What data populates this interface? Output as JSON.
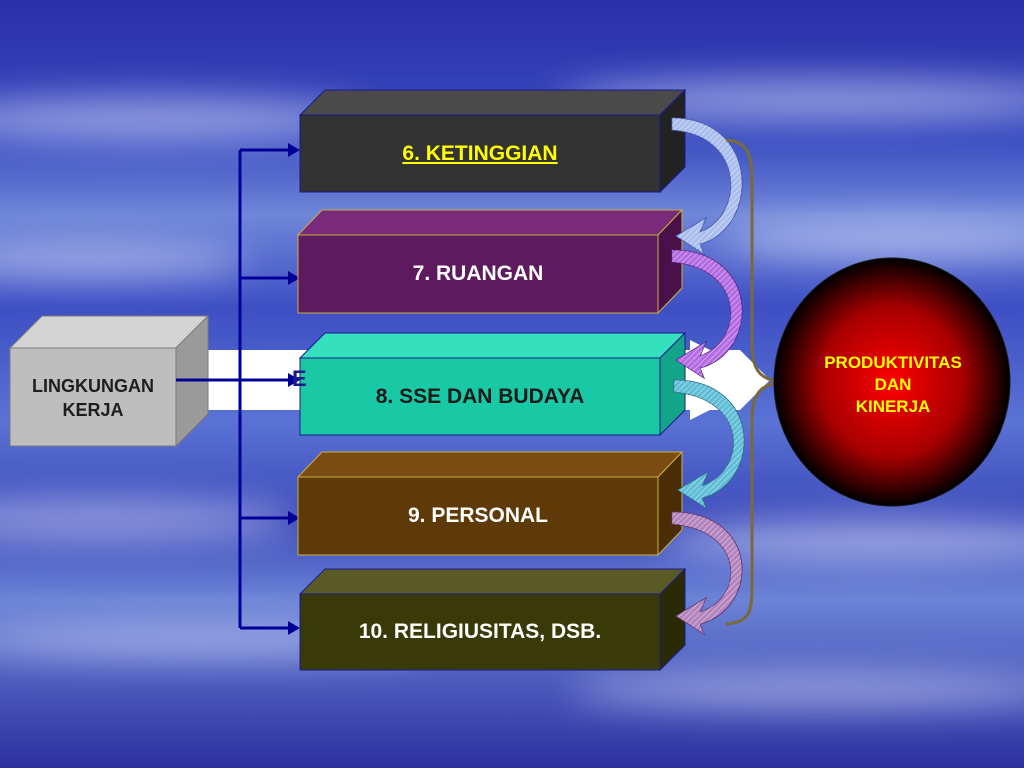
{
  "left_box": {
    "line1": "LINGKUNGAN",
    "line2": "KERJA"
  },
  "partial_text": "E",
  "boxes": [
    {
      "label": "6. KETINGGIAN",
      "front": "#333333",
      "top": "#4a4a4a",
      "side": "#222222",
      "text_color": "#ffff00",
      "underline": true
    },
    {
      "label": "7. RUANGAN",
      "front": "#5e1a5e",
      "top": "#7a2a7a",
      "side": "#4a104a",
      "text_color": "#ffffff",
      "underline": false
    },
    {
      "label": "8. SSE DAN BUDAYA",
      "front": "#19c9a6",
      "top": "#35e0bf",
      "side": "#12a589",
      "text_color": "#1a1a1a",
      "underline": false
    },
    {
      "label": "9. PERSONAL",
      "front": "#5e3a08",
      "top": "#7a4c12",
      "side": "#4a2d05",
      "text_color": "#ffffff",
      "underline": false
    },
    {
      "label": "10. RELIGIUSITAS, DSB.",
      "front": "#3a3a08",
      "top": "#5a5a25",
      "side": "#2a2a05",
      "text_color": "#ffffff",
      "underline": false
    }
  ],
  "result": {
    "line1": "PRODUKTIVITAS",
    "line2": "DAN",
    "line3": "KINERJA"
  },
  "colors": {
    "connector": "#000099",
    "brace": "#7a6a3a",
    "circle_center": "#ff0000",
    "circle_edge": "#000000",
    "text_yellow": "#ffff00",
    "arrow_colors": [
      "#8ea8e8",
      "#9a3ad8",
      "#2aa8c8",
      "#9a5aa8"
    ]
  }
}
